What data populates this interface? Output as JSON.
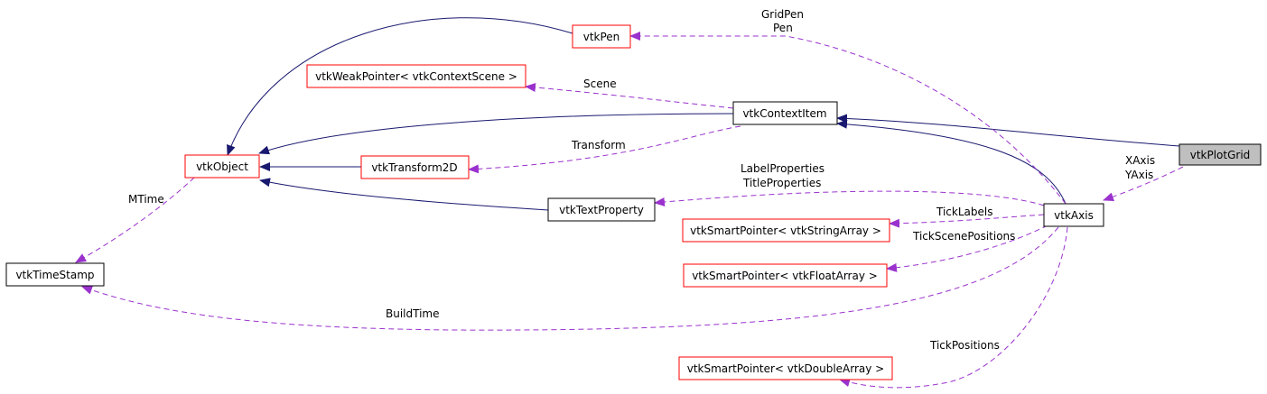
{
  "nodes": {
    "vtkPlotGrid": "vtkPlotGrid",
    "vtkContextItem": "vtkContextItem",
    "vtkObject": "vtkObject",
    "vtkPen": "vtkPen",
    "vtkWeakPointer": "vtkWeakPointer< vtkContextScene >",
    "vtkTransform2D": "vtkTransform2D",
    "vtkTextProperty": "vtkTextProperty",
    "vtkTimeStamp": "vtkTimeStamp",
    "vtkAxis": "vtkAxis",
    "vtkSmartPointerStringArray": "vtkSmartPointer< vtkStringArray >",
    "vtkSmartPointerFloatArray": "vtkSmartPointer< vtkFloatArray >",
    "vtkSmartPointerDoubleArray": "vtkSmartPointer< vtkDoubleArray >"
  },
  "edge_labels": {
    "gridpen": "GridPen",
    "pen": "Pen",
    "scene": "Scene",
    "transform": "Transform",
    "labelproperties": "LabelProperties",
    "titleproperties": "TitleProperties",
    "xaxis": "XAxis",
    "yaxis": "YAxis",
    "ticklabels": "TickLabels",
    "ticksceneposition": "TickScenePositions",
    "mtime": "MTime",
    "buildtime": "BuildTime",
    "tickpositions": "TickPositions"
  },
  "colors": {
    "inheritance_edge": "#191970",
    "usage_edge": "#9a32cd",
    "incomplete_node_border": "#ff0000",
    "complete_node_border": "#000000",
    "highlight_node_fill": "#bfbfbf"
  }
}
